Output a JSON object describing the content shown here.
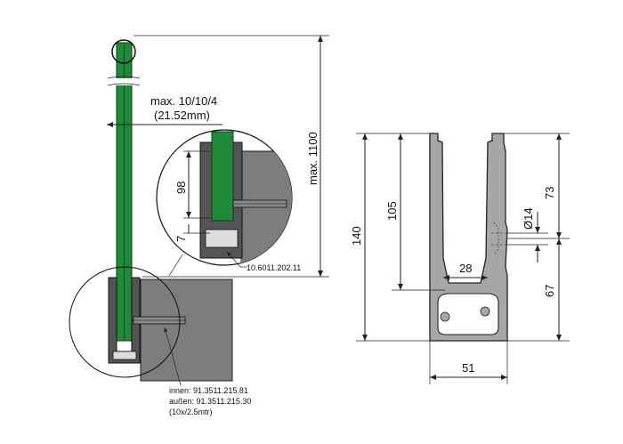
{
  "left_view": {
    "max_gap": "max. 10/10/4",
    "max_gap_mm": "(21.52mm)",
    "max_height": "max. 1100",
    "dim_98": "98",
    "dim_7": "7",
    "article_gasket": "10.6011.202.11",
    "article_inner": "innen: 91.3511.215.81",
    "article_outer": "außen: 91.3511.215.30",
    "article_pack": "(10x/2.5mtr)"
  },
  "right_view": {
    "height_total": "140",
    "height_inner": "105",
    "dim_73": "73",
    "dim_67": "67",
    "hole_dia": "Ø14",
    "inner_width": "28",
    "width": "51"
  },
  "colors": {
    "glass_green": "#1f8a3a",
    "profile_gray": "#a7a7a7",
    "wall_gray": "#7d7d7d",
    "line": "#222222"
  }
}
